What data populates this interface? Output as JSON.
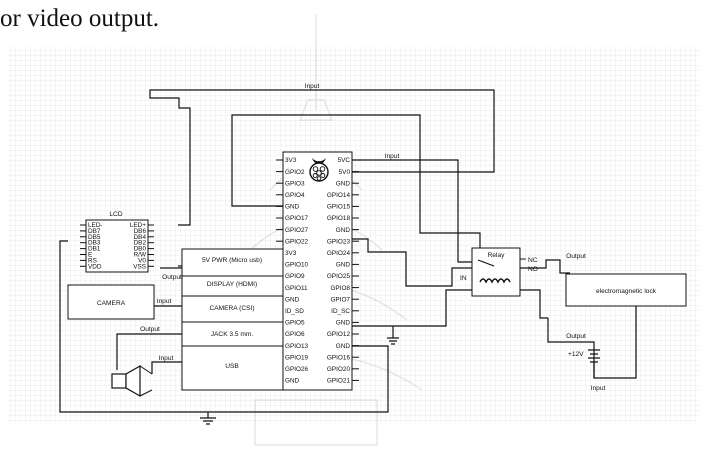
{
  "caption": "or video output.",
  "pi": {
    "left_pins": [
      "3V3",
      "GPIO2",
      "GPIO3",
      "GPIO4",
      "GND",
      "GPIO17",
      "GPIO27",
      "GPIO22",
      "3V3",
      "GPIO10",
      "GPIO9",
      "GPIO11",
      "GND",
      "ID_SD",
      "GPIO5",
      "GPIO6",
      "GPIO13",
      "GPIO19",
      "GPIO26",
      "GND"
    ],
    "right_pins": [
      "5VC",
      "5V0",
      "GND",
      "GPIO14",
      "GPIO15",
      "GPIO18",
      "GND",
      "GPIO23",
      "GPIO24",
      "GND",
      "GPIO25",
      "GPIO8",
      "GPIO7",
      "ID_SC",
      "GND",
      "GPIO12",
      "GND",
      "GPIO16",
      "GPIO20",
      "GPIO21"
    ]
  },
  "ports": {
    "pwr": "5V PWR (Micro usb)",
    "display": "DISPLAY (HDMI)",
    "camera_csi": "CAMERA (CSI)",
    "jack": "JACK 3.5 mm.",
    "usb": "USB"
  },
  "lcd": {
    "title": "LCD",
    "left_pins": [
      "LED-",
      "DB7",
      "DB5",
      "DB3",
      "DB1",
      "E",
      "RS",
      "VDD"
    ],
    "right_pins": [
      "LED+",
      "DB6",
      "DB4",
      "DB2",
      "DB0",
      "R/W",
      "V0",
      "VSS"
    ]
  },
  "camera": "CAMERA",
  "relay": {
    "title": "Relay",
    "nc": "NC",
    "no": "NO",
    "in": "IN"
  },
  "lock": "electromagnetic lock",
  "supply": "+12V",
  "wire_labels": {
    "top_input": "Input",
    "pi_input": "Input",
    "lcd_output": "Output",
    "camera_input": "Input",
    "speaker_output": "Output",
    "speaker_input": "Input",
    "relay_output": "Output",
    "supply_output": "Output",
    "supply_input": "Input"
  }
}
